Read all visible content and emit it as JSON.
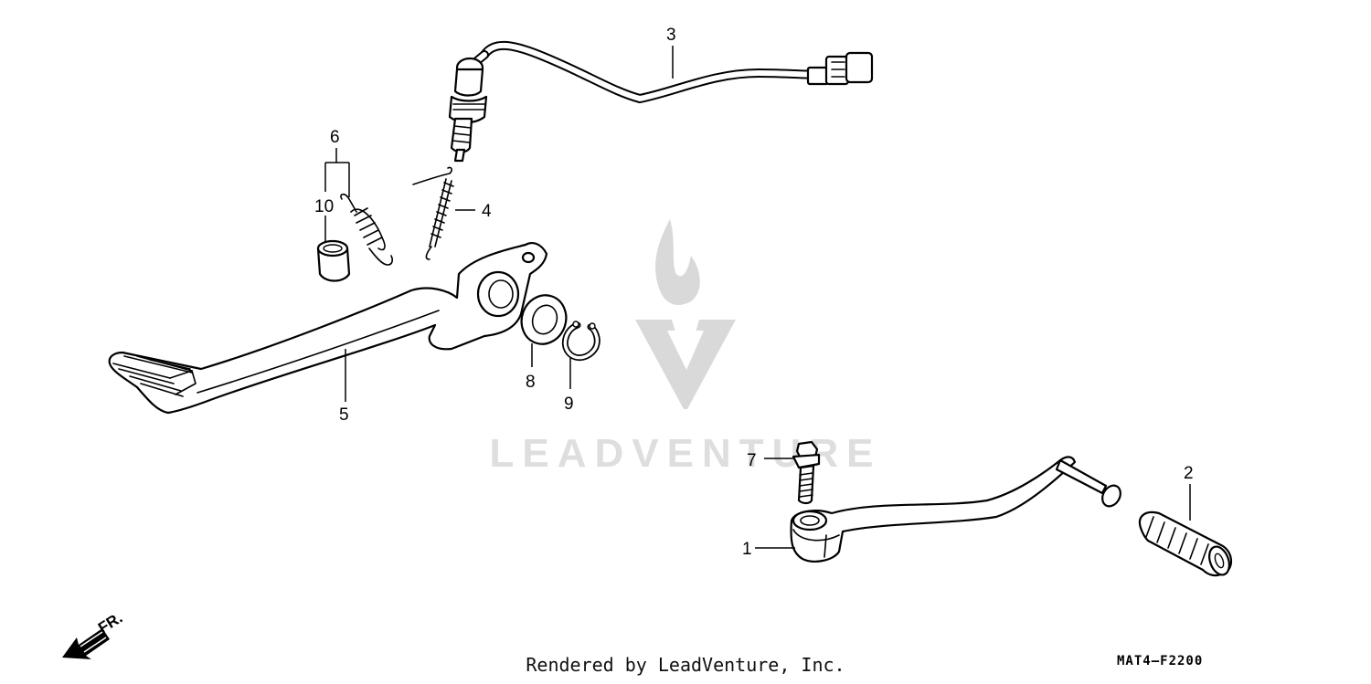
{
  "watermark": {
    "text": "LEADVENTURE",
    "color": "#d9d9d9"
  },
  "callouts": [
    "1",
    "2",
    "3",
    "4",
    "5",
    "6",
    "7",
    "8",
    "9",
    "10"
  ],
  "direction_label": "FR.",
  "credit": "Rendered by LeadVenture, Inc.",
  "diagram_code": "MAT4–F2200",
  "parts": [
    {
      "id": "1",
      "name": "gearshift-pedal"
    },
    {
      "id": "2",
      "name": "shift-rubber"
    },
    {
      "id": "3",
      "name": "stop-switch-wire"
    },
    {
      "id": "4",
      "name": "return-spring"
    },
    {
      "id": "5",
      "name": "brake-pedal"
    },
    {
      "id": "6",
      "name": "spring-set"
    },
    {
      "id": "7",
      "name": "bolt"
    },
    {
      "id": "8",
      "name": "washer"
    },
    {
      "id": "9",
      "name": "snap-ring"
    },
    {
      "id": "10",
      "name": "collar"
    }
  ]
}
